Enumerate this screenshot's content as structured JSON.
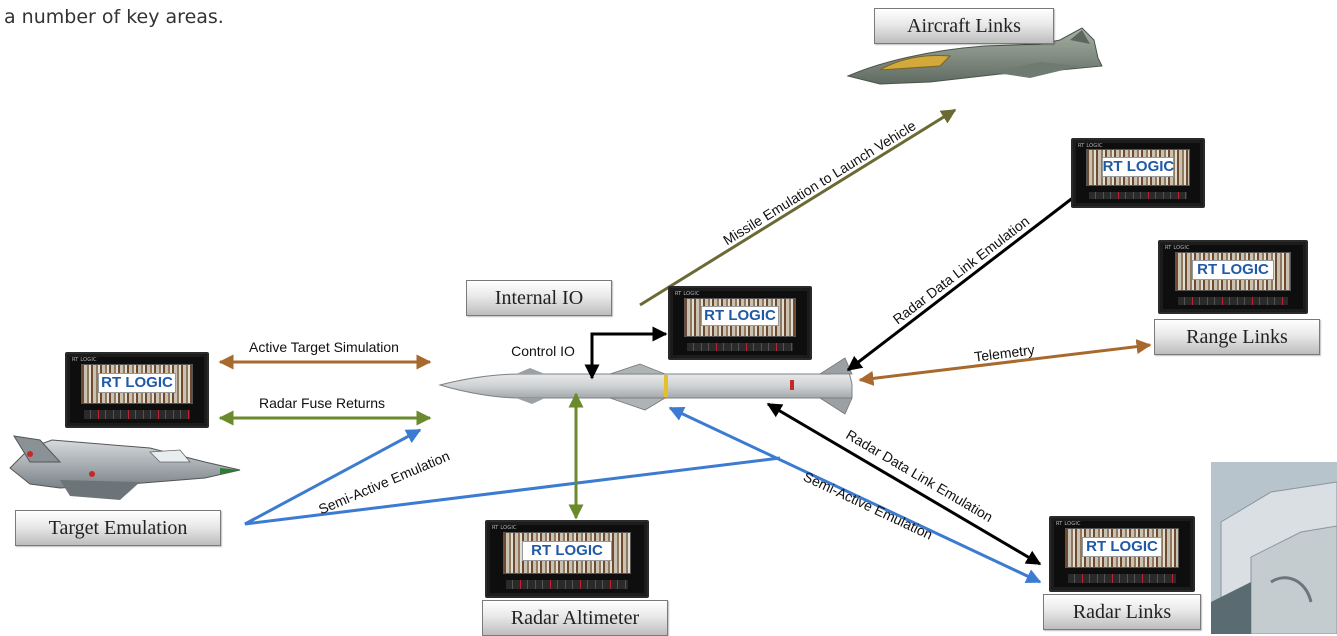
{
  "intro": {
    "line1": "",
    "line2": "a number of key areas."
  },
  "nodes": {
    "aircraft_links": "Aircraft Links",
    "internal_io": "Internal IO",
    "range_links": "Range Links",
    "target_emulation": "Target Emulation",
    "radar_altimeter": "Radar Altimeter",
    "radar_links": "Radar Links"
  },
  "device_logo": "RT LOGIC",
  "device_tag": "RT LOGIC",
  "edges": {
    "active_target": "Active Target Simulation",
    "radar_fuse": "Radar Fuse Returns",
    "semi_active_left": "Semi-Active Emulation",
    "control_io": "Control IO",
    "missile_emulation": "Missile Emulation to Launch Vehicle",
    "radar_datalink_upper": "Radar Data Link Emulation",
    "telemetry": "Telemetry",
    "radar_datalink_lower": "Radar Data Link Emulation",
    "semi_active_right": "Semi-Active Emulation"
  },
  "colors": {
    "brown": "#a8692f",
    "green": "#6a8a2c",
    "blue": "#3b7bd1",
    "olive": "#6b6a35",
    "black": "#000000",
    "logo_blue": "#1f5aa6"
  }
}
